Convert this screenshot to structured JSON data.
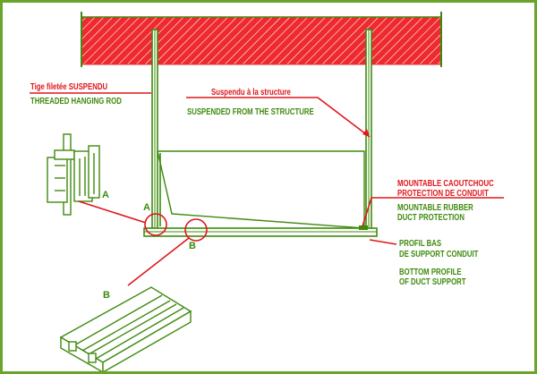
{
  "colors": {
    "frame": "#6aa52a",
    "structure": "#3f8a0e",
    "hatch_fill": "#ee2a2f",
    "leader": "#e0161c",
    "label_green": "#3f8a0e",
    "label_red": "#e0161c"
  },
  "labels": {
    "rod_fr": "Tige filetée SUSPENDU",
    "rod_en": "THREADED HANGING ROD",
    "struct_fr": "Suspendu à la structure",
    "struct_en": "SUSPENDED FROM THE STRUCTURE",
    "rubber_fr_1": "MOUNTABLE CAOUTCHOUC",
    "rubber_fr_2": "PROTECTION DE CONDUIT",
    "rubber_en_1": "MOUNTABLE RUBBER",
    "rubber_en_2": "DUCT PROTECTION",
    "profile_fr_1": "PROFIL BAS",
    "profile_fr_2": "DE SUPPORT CONDUIT",
    "profile_en_1": "BOTTOM PROFILE",
    "profile_en_2": "OF DUCT SUPPORT",
    "detail_a_main": "A",
    "detail_a_detail": "A",
    "detail_b_main": "B",
    "detail_b_detail": "B"
  }
}
